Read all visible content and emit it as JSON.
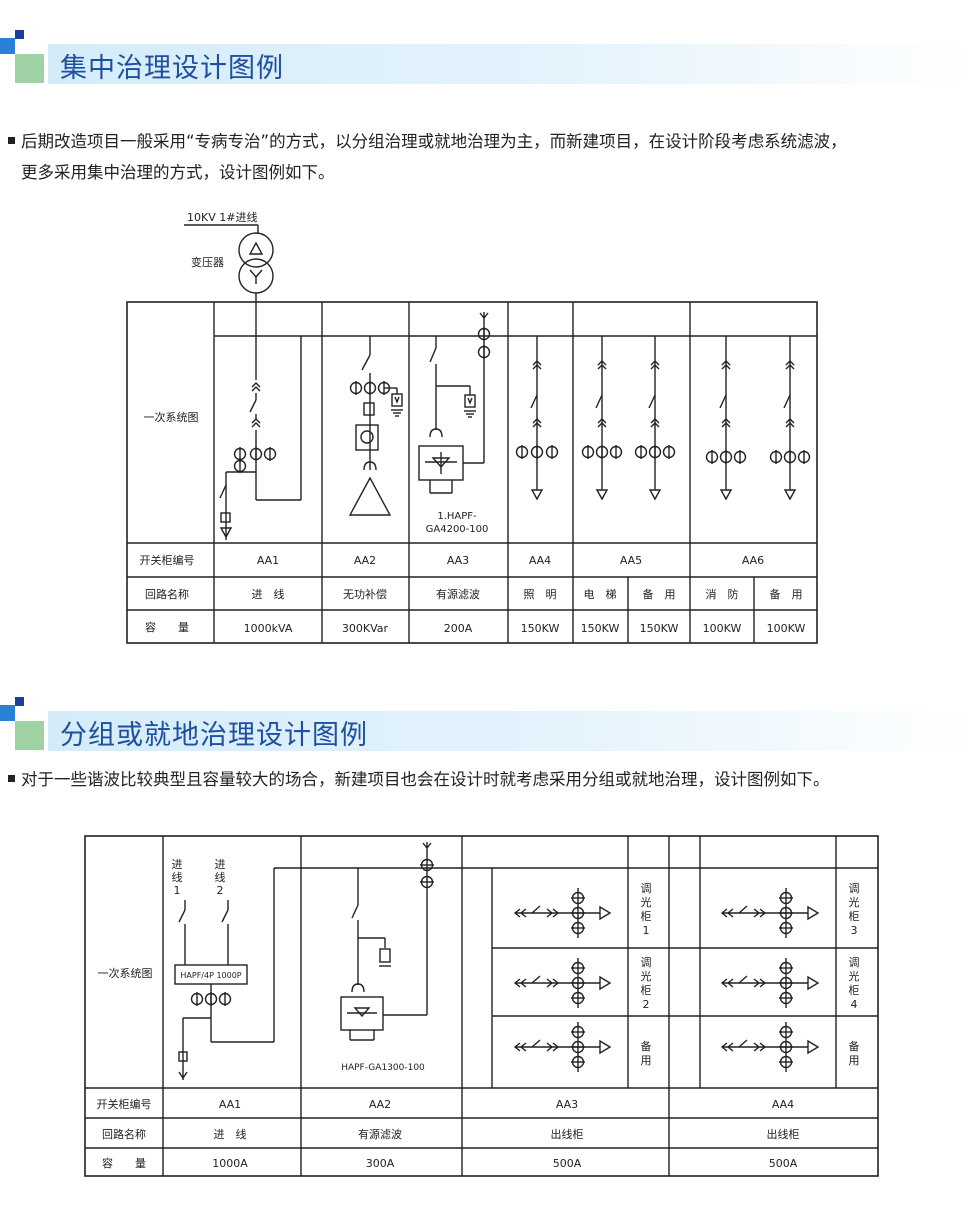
{
  "section1": {
    "title": "集中治理设计图例",
    "paragraph_line1": "后期改造项目一般采用“专病专治”的方式，以分组治理或就地治理为主，而新建项目，在设计阶段考虑系统滤波，",
    "paragraph_line2": "更多采用集中治理的方式，设计图例如下。",
    "incoming_label": "10KV 1#进线",
    "transformer_label": "变压器",
    "row_label_diagram": "一次系统图",
    "row_label_cabinet": "开关柜编号",
    "row_label_circuit": "回路名称",
    "row_label_capacity": "容　　量",
    "filter_model_line1": "1.HAPF-",
    "filter_model_line2": "GA4200-100",
    "cabinets": [
      "AA1",
      "AA2",
      "AA3",
      "AA4",
      "AA5",
      "AA6"
    ],
    "circuits": [
      "进　线",
      "无功补偿",
      "有源滤波",
      "照　明",
      "电　梯",
      "备　用",
      "消　防",
      "备　用"
    ],
    "capacities": [
      "1000kVA",
      "300KVar",
      "200A",
      "150KW",
      "150KW",
      "150KW",
      "100KW",
      "100KW"
    ]
  },
  "section2": {
    "title": "分组或就地治理设计图例",
    "paragraph": "对于一些谐波比较典型且容量较大的场合，新建项目也会在设计时就考虑采用分组或就地治理，设计图例如下。",
    "incoming1": [
      "进",
      "线",
      "1"
    ],
    "incoming2": [
      "进",
      "线",
      "2"
    ],
    "ats_label": "HAPF/4P 1000P",
    "filter_model": "HAPF-GA1300-100",
    "row_label_diagram": "一次系统图",
    "row_label_cabinet": "开关柜编号",
    "row_label_circuit": "回路名称",
    "row_label_capacity": "容　　量",
    "side_labels": [
      [
        "调",
        "光",
        "柜",
        "1"
      ],
      [
        "调",
        "光",
        "柜",
        "2"
      ],
      [
        "备",
        "用"
      ],
      [
        "调",
        "光",
        "柜",
        "3"
      ],
      [
        "调",
        "光",
        "柜",
        "4"
      ],
      [
        "备",
        "用"
      ]
    ],
    "cabinets": [
      "AA1",
      "AA2",
      "AA3",
      "AA4"
    ],
    "circuits": [
      "进　线",
      "有源滤波",
      "出线柜",
      "出线柜"
    ],
    "capacities": [
      "1000A",
      "300A",
      "500A",
      "500A"
    ]
  },
  "colors": {
    "title_blue": "#1e4fa0",
    "deco_dark": "#1c3f9c",
    "deco_blue": "#2a7fd6",
    "deco_green": "#9ed2a4"
  }
}
